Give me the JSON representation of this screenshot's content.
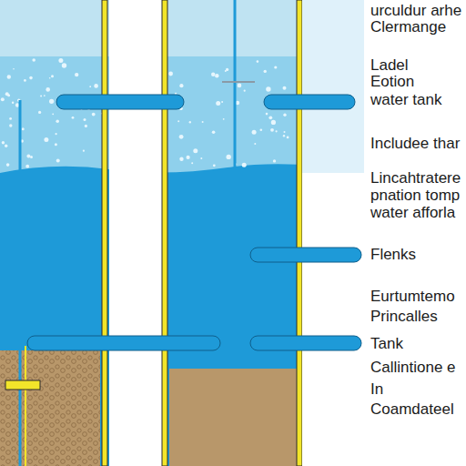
{
  "diagram": {
    "labels": [
      "urculdur arhe",
      "Clermange",
      "Ladel",
      "Eotion",
      "water tank",
      "Includee thar",
      "Lincahtratere",
      "pnation tomp",
      "water afforla",
      "Flenks",
      "Eurtumtemo",
      "Princalles",
      "Tank",
      "Callintione e",
      "In",
      "Coamdateel"
    ]
  }
}
